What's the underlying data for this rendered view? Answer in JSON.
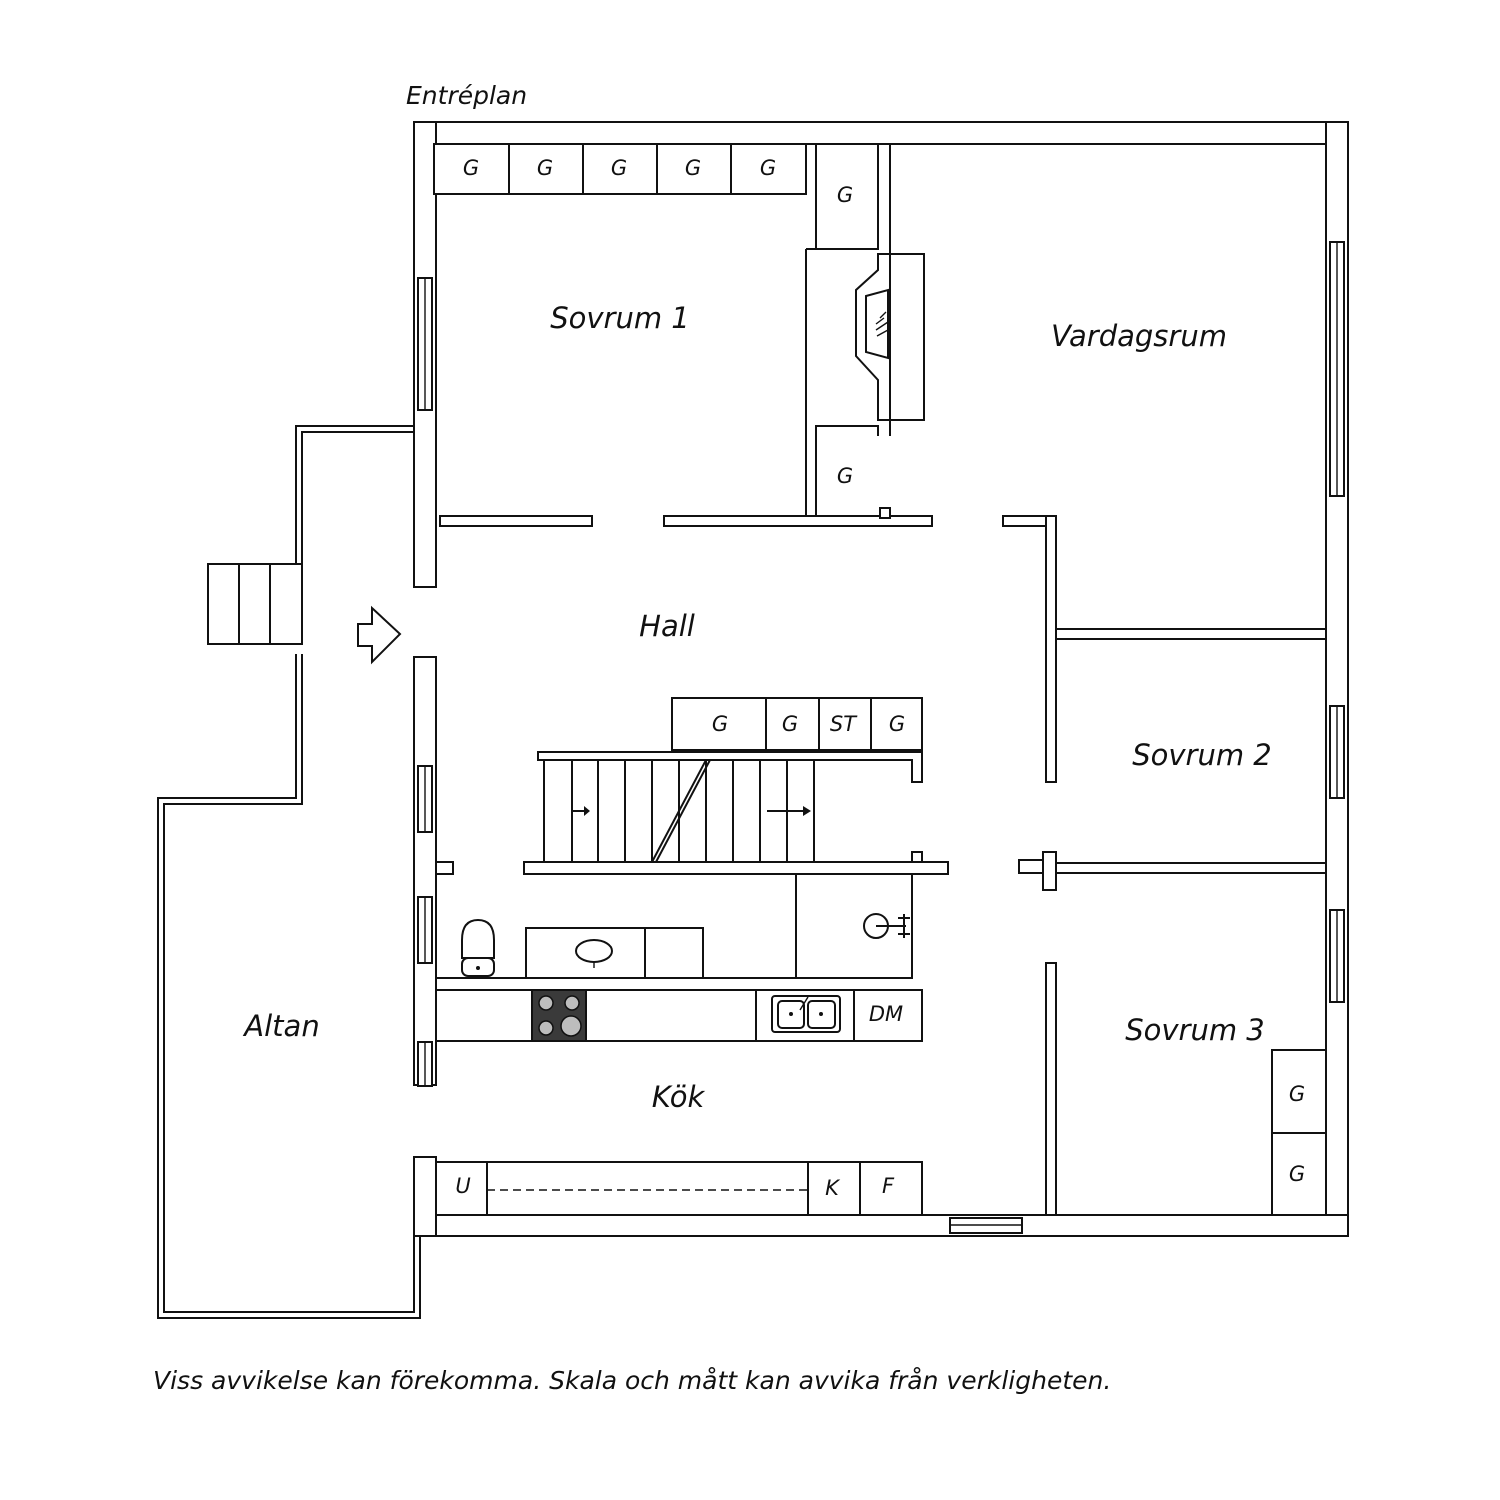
{
  "plan": {
    "title": "Entréplan",
    "disclaimer": "Viss avvikelse kan förekomma. Skala och mått kan avvika från verkligheten.",
    "rooms": {
      "sovrum1": "Sovrum 1",
      "vardagsrum": "Vardagsrum",
      "hall": "Hall",
      "sovrum2": "Sovrum 2",
      "sovrum3": "Sovrum 3",
      "altan": "Altan",
      "kok": "Kök"
    },
    "storage": {
      "g": "G",
      "st": "ST",
      "dm": "DM",
      "u": "U",
      "k": "K",
      "f": "F"
    },
    "line_color": "#111111"
  }
}
